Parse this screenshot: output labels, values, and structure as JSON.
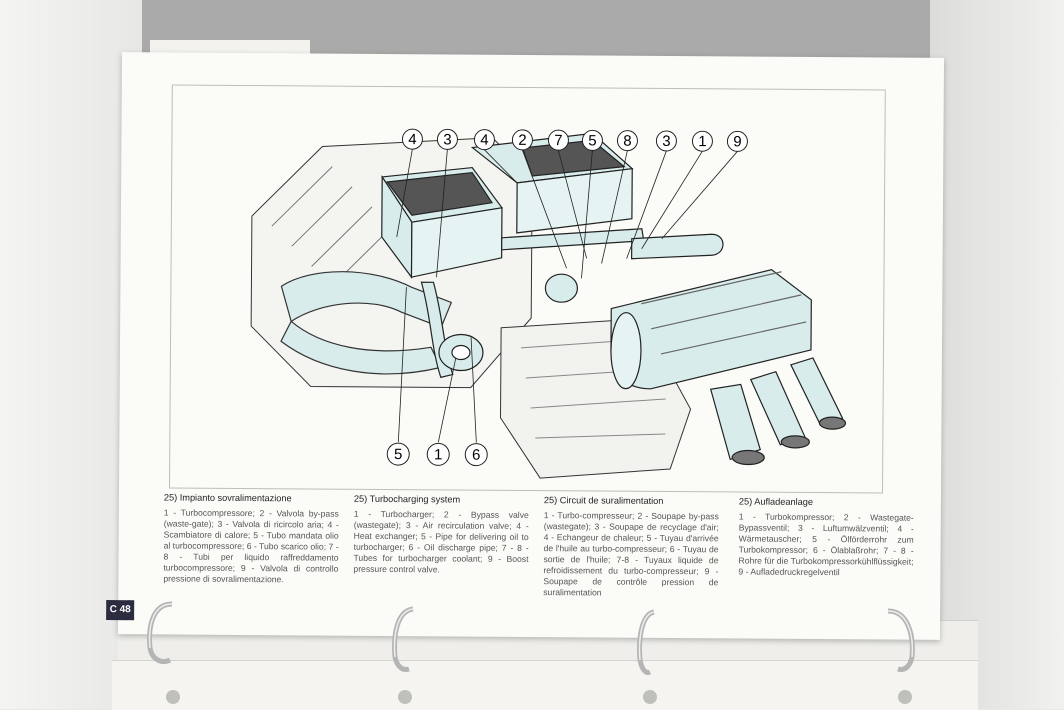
{
  "diagram": {
    "top_callouts": [
      "4",
      "3",
      "4",
      "2",
      "7",
      "5",
      "8",
      "3",
      "1",
      "9"
    ],
    "bottom_callouts": [
      "5",
      "1",
      "6"
    ]
  },
  "captions": [
    {
      "heading": "25) Impianto sovralimentazione",
      "text": "1 - Turbocompressore; 2 - Valvola by-pass (waste-gate); 3 - Valvola di ricircolo aria; 4 - Scambiatore di calore; 5 - Tubo mandata olio al turbocompressore; 6 - Tubo scarico olio; 7 - 8 - Tubi per liquido raffreddamento turbocompressore; 9 - Valvola di controllo pressione di sovralimentazione."
    },
    {
      "heading": "25) Turbocharging system",
      "text": "1 - Turbocharger; 2 - Bypass valve (wastegate); 3 - Air recirculation valve; 4 - Heat exchanger; 5 - Pipe for delivering oil to turbocharger; 6 - Oil discharge pipe; 7 - 8 - Tubes for turbocharger coolant; 9 - Boost pressure control valve."
    },
    {
      "heading": "25) Circuit de suralimentation",
      "text": "1 - Turbo-compresseur; 2 - Soupape by-pass (wastegate); 3 - Soupape de recyclage d'air; 4 - Echangeur de chaleur; 5 - Tuyau d'arrivée de l'huile au turbo-compresseur; 6 - Tuyau de sortie de l'huile; 7-8 - Tuyaux liquide de refroidissement du turbo-compresseur; 9 - Soupape de contrôle pression de suralimentation"
    },
    {
      "heading": "25) Aufladeanlage",
      "text": "1 - Turbokompressor; 2 - Wastegate-Bypassventil; 3 - Luftumwälzventil; 4 - Wärmetauscher; 5 - Ölförderrohr zum Turbokompressor; 6 - Ölablaßrohr; 7 - 8 - Rohre für die Turbokompressorkühlflüssigkeit; 9 - Aufladedruckregelventil"
    }
  ],
  "page_tag": "C 48",
  "colors": {
    "diagram_fill": "#d9ecec",
    "ink": "#222222",
    "binder_grey": "#a9aaa9"
  }
}
